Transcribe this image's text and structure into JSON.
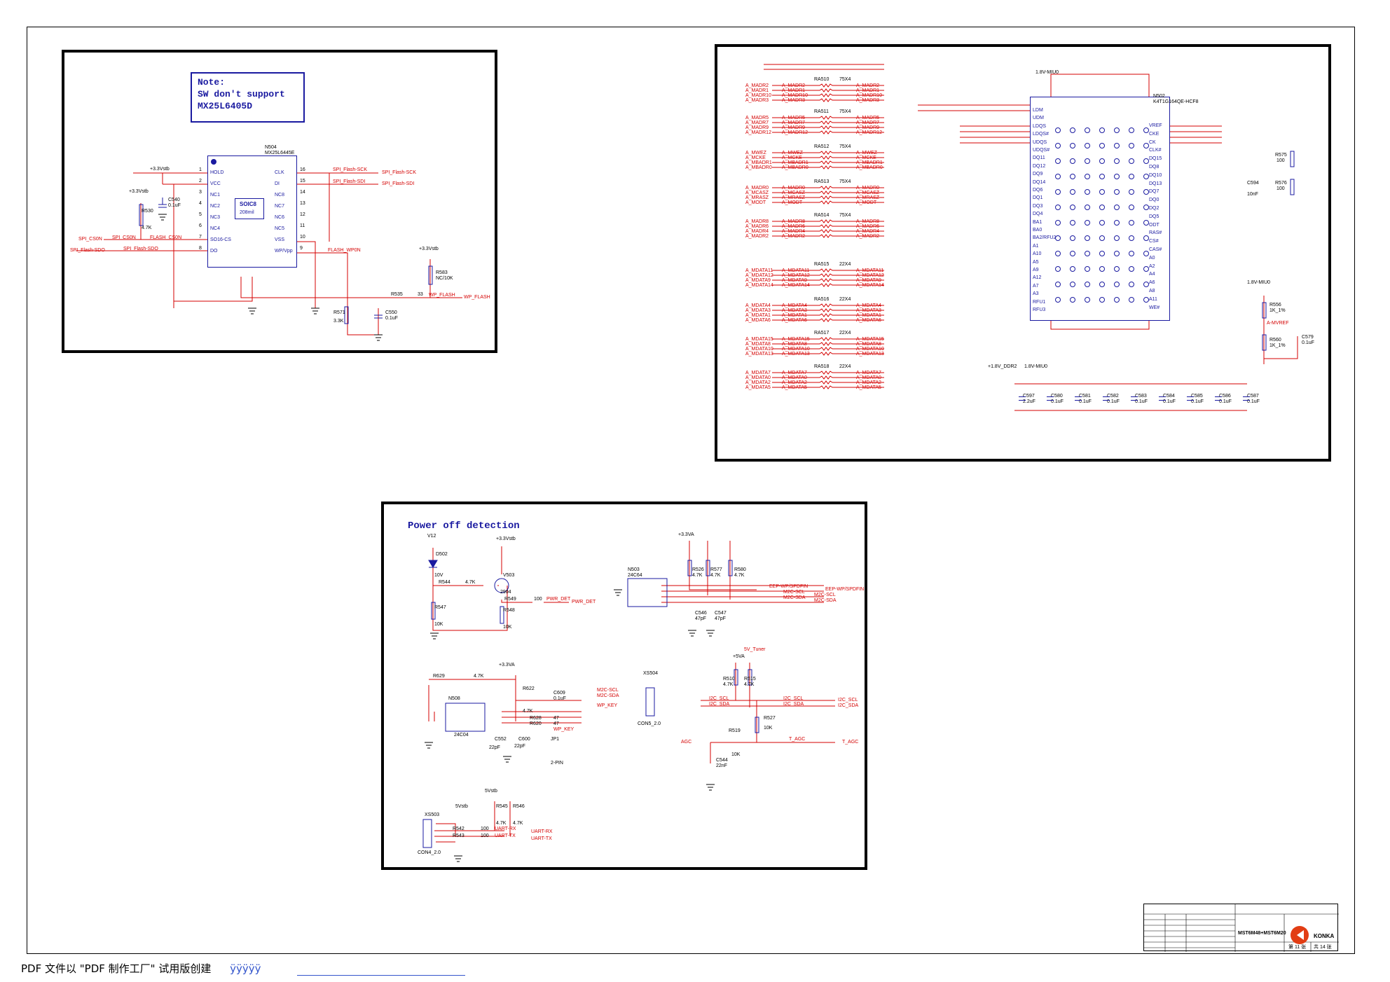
{
  "note": {
    "line1": "Note:",
    "line2": "SW don't support",
    "line3": "MX25L6405D"
  },
  "flash": {
    "ref": "N504",
    "part": "MX25L6445E",
    "pkg1": "SOIC8",
    "pkg2": "208mil",
    "left_pins": [
      "HOLD",
      "VCC",
      "NC1",
      "NC2",
      "NC3",
      "NC4",
      "SO16-CS",
      "DO"
    ],
    "left_nums": [
      "1",
      "2",
      "3",
      "4",
      "5",
      "6",
      "7",
      "8"
    ],
    "right_pins": [
      "CLK",
      "DI",
      "NC8",
      "NC7",
      "NC6",
      "NC5",
      "VSS",
      "WP/Vpp"
    ],
    "right_nums": [
      "16",
      "15",
      "14",
      "13",
      "12",
      "11",
      "10",
      "9"
    ],
    "nets": {
      "sck": "SPI_Flash-SCK",
      "sdi": "SPI_Flash-SDI",
      "cs": "SPI_CS0N",
      "cs2": "FLASH_CS0N",
      "sdo": "SPI_Flash-SDO",
      "sdo2": "SPI_Flash-SDO",
      "wpn": "FLASH_WP0N",
      "wp": "WP_FLASH",
      "wp2": "WP_FLASH"
    },
    "supply1": "+3.3Vstb",
    "supply2": "+3.3Vstb",
    "supply3": "+3.3Vstb",
    "c540": "C540",
    "c540v": "0.1uF",
    "r530": "R530",
    "r530v": "4.7K",
    "r583": "R583",
    "r583v": "NC/10K",
    "r535": "R535",
    "r535v": "33",
    "r571": "R571",
    "r571v": "3.3K",
    "c550": "C550",
    "c550v": "0.1uF"
  },
  "ddr": {
    "ref": "N502",
    "part": "K4T1G164QE-HCF8",
    "supply_mu0": "1.8V-MIU0",
    "supply_ddr2": "+1.8V_DDR2",
    "supply_mu0b": "1.8V-MIU0",
    "supply_mu0c": "1.8V-MIU0",
    "rpacks": [
      {
        "ref": "RA510",
        "val": "75X4",
        "nets": [
          "A_MADR2",
          "A_MADR1",
          "A_MADR10",
          "A_MADR3"
        ]
      },
      {
        "ref": "RA511",
        "val": "75X4",
        "nets": [
          "A_MADR5",
          "A_MADR7",
          "A_MADR9",
          "A_MADR12"
        ]
      },
      {
        "ref": "RA512",
        "val": "75X4",
        "nets": [
          "A_MWEZ",
          "A_MCKE",
          "A_MBADR1",
          "A_MBADR0"
        ]
      },
      {
        "ref": "RA513",
        "val": "75X4",
        "nets": [
          "A_MADR0",
          "A_MCASZ",
          "A_MRASZ",
          "A_MODT"
        ]
      },
      {
        "ref": "RA514",
        "val": "75X4",
        "nets": [
          "A_MADR8",
          "A_MADR6",
          "A_MADR4",
          "A_MADR2"
        ]
      },
      {
        "ref": "RA515",
        "val": "22X4",
        "nets": [
          "A_MDATA11",
          "A_MDATA12",
          "A_MDATA9",
          "A_MDATA14"
        ]
      },
      {
        "ref": "RA516",
        "val": "22X4",
        "nets": [
          "A_MDATA4",
          "A_MDATA3",
          "A_MDATA1",
          "A_MDATA6"
        ]
      },
      {
        "ref": "RA517",
        "val": "22X4",
        "nets": [
          "A_MDATA15",
          "A_MDATA8",
          "A_MDATA10",
          "A_MDATA13"
        ]
      },
      {
        "ref": "RA518",
        "val": "22X4",
        "nets": [
          "A_MDATA7",
          "A_MDATA0",
          "A_MDATA2",
          "A_MDATA5"
        ]
      }
    ],
    "left_pins": [
      "LDM",
      "UDM",
      "LDQS",
      "LDQS#",
      "UDQS",
      "UDQS#",
      "DQ11",
      "DQ12",
      "DQ9",
      "DQ14",
      "DQ6",
      "DQ1",
      "DQ3",
      "DQ4",
      "BA1",
      "BA0",
      "BA2/RFU2",
      "A1",
      "A10",
      "A5",
      "A9",
      "A12",
      "A7",
      "A3",
      "RFU1",
      "RFU3"
    ],
    "right_pins": [
      "VREF",
      "CKE",
      "CK",
      "CLK#",
      "DQ15",
      "DQ8",
      "DQ10",
      "DQ13",
      "DQ7",
      "DQ0",
      "DQ2",
      "DQ5",
      "ODT",
      "RAS#",
      "CS#",
      "CAS#",
      "A0",
      "A2",
      "A4",
      "A6",
      "A8",
      "A11",
      "WE#"
    ],
    "caps": [
      "C597",
      "C580",
      "C581",
      "C582",
      "C583",
      "C584",
      "C585",
      "C586",
      "C587"
    ],
    "capv": [
      "2.2uF",
      "0.1uF",
      "0.1uF",
      "0.1uF",
      "0.1uF",
      "0.1uF",
      "0.1uF",
      "0.1uF",
      "0.1uF"
    ],
    "r575": "R575",
    "r575v": "100",
    "r576": "R576",
    "r576v": "100",
    "c594": "C594",
    "c594v": "10nF",
    "r556": "R556",
    "r556v": "1K_1%",
    "r560": "R560",
    "r560v": "1K_1%",
    "c579": "C579",
    "c579v": "0.1uF",
    "mvref": "A-MVREF"
  },
  "power": {
    "title": "Power off detection",
    "v12": "V12",
    "d502": "D502",
    "v10": "10V",
    "r544": "R544",
    "r544v": "4.7K",
    "v503": "V503",
    "q2904": "2904",
    "r549": "R549",
    "r549v": "100",
    "pwr_det": "PWR_DET",
    "pwr_det2": "PWR_DET",
    "r547": "R547",
    "r547v": "10K",
    "r548": "R548",
    "r548v": "10K",
    "supply33": "+3.3Vstb",
    "n503": "N503",
    "n503p": "24C64",
    "supply33a": "+3.3VA",
    "r526": "R526",
    "r526v": "4.7K",
    "r577": "R577",
    "r577v": "4.7K",
    "r580": "R580",
    "r580v": "4.7K",
    "eep": "EEP-WP/SPDFIN",
    "eep2": "EEP-WP/SPDFIN",
    "m2c_scl": "M2C-SCL",
    "m2c_sda": "M2C-SDA",
    "m2c_scl2": "M2C-SCL",
    "m2c_sda2": "M2C-SDA",
    "c546": "C546",
    "c546v": "47pF",
    "c547": "C547",
    "c547v": "47pF",
    "n508": "N508",
    "n508p": "24C04",
    "r629": "R629",
    "r629v": "4.7K",
    "r622": "R622",
    "r622v": "4.7K",
    "c609": "C609",
    "c609v": "0.1uF",
    "xs504": "XS504",
    "con5": "CON5_2.0",
    "wp_key": "WP_KEY",
    "wp_key2": "WP_KEY",
    "r628": "R628",
    "r628v": "47",
    "r620": "R620",
    "r620v": "47",
    "c552": "C552",
    "c552v": "22pF",
    "c600": "C600",
    "c600v": "22pF",
    "jp1": "JP1",
    "jp1v": "2-PIN",
    "sv_tuner": "5V_Tuner",
    "v5a": "+5VA",
    "r510": "R510",
    "r510v": "4.7K",
    "r515": "R515",
    "r515v": "4.7K",
    "i2c_scl": "I2C_SCL",
    "i2c_sda": "I2C_SDA",
    "i2c_scl2": "I2C_SCL",
    "i2c_sda2": "I2C_SDA",
    "r527": "R527",
    "r527v": "10K",
    "r519": "R519",
    "r519v": "10K",
    "agc": "AGC",
    "t_agc": "T_AGC",
    "t_agc2": "T_AGC",
    "c544": "C544",
    "c544v": "22nF",
    "v5stb": "5Vstb",
    "v5stb2": "5Vstb",
    "r545": "R545",
    "r545v": "4.7K",
    "r546": "R546",
    "r546v": "4.7K",
    "xs503": "XS503",
    "con4": "CON4_2.0",
    "r542": "R542",
    "r542v": "100",
    "r543": "R543",
    "r543v": "100",
    "uart_rx": "UART-RX",
    "uart_tx": "UART-TX",
    "uart_rx2": "UART-RX",
    "uart_tx2": "UART-TX"
  },
  "titleblock": {
    "project": "MST6M48+MST6M20",
    "brand": "KONKA",
    "sheet": "第 11 张",
    "total": "共 14 张"
  },
  "footer": {
    "text": "PDF 文件以 \"PDF 制作工厂\" 试用版创建",
    "link": "ÿÿÿÿÿ"
  },
  "colors": {
    "wire_red": "#d40000",
    "symbol_blue": "#1a1aa0",
    "frame": "#000000"
  }
}
